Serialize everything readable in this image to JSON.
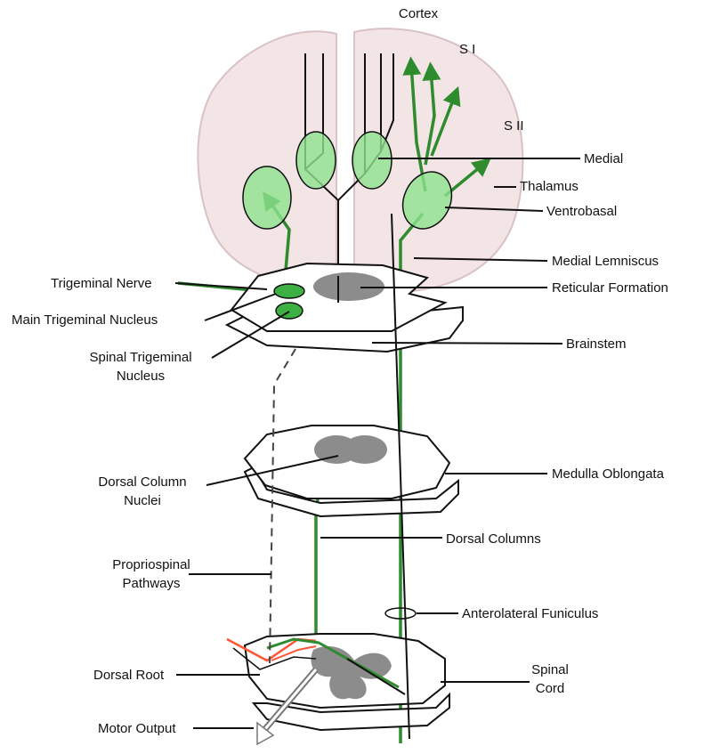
{
  "labels": {
    "cortex": "Cortex",
    "s1": "S I",
    "s2": "S II",
    "medial": "Medial",
    "thalamus": "Thalamus",
    "ventrobasal": "Ventrobasal",
    "medial_lemniscus": "Medial Lemniscus",
    "reticular_formation": "Reticular Formation",
    "brainstem": "Brainstem",
    "trigeminal_nerve": "Trigeminal Nerve",
    "main_trigeminal_nucleus": "Main Trigeminal Nucleus",
    "spinal_trigeminal_nucleus_1": "Spinal Trigeminal",
    "spinal_trigeminal_nucleus_2": "Nucleus",
    "dorsal_column_nuclei_1": "Dorsal Column",
    "dorsal_column_nuclei_2": "Nuclei",
    "medulla_oblongata": "Medulla Oblongata",
    "dorsal_columns": "Dorsal Columns",
    "propriospinal_pathways_1": "Propriospinal",
    "propriospinal_pathways_2": "Pathways",
    "anterolateral_funiculus": "Anterolateral Funiculus",
    "dorsal_root": "Dorsal Root",
    "spinal_cord_1": "Spinal",
    "spinal_cord_2": "Cord",
    "motor_output": "Motor Output"
  },
  "colors": {
    "pathway_green": "#2e8b2e",
    "nucleus_fill": "#8fe28f",
    "brain_fill": "#f3e4e6",
    "gray_matter": "#8c8c8c",
    "dorsal_root_red": "#ff5533",
    "outline": "#111111"
  }
}
